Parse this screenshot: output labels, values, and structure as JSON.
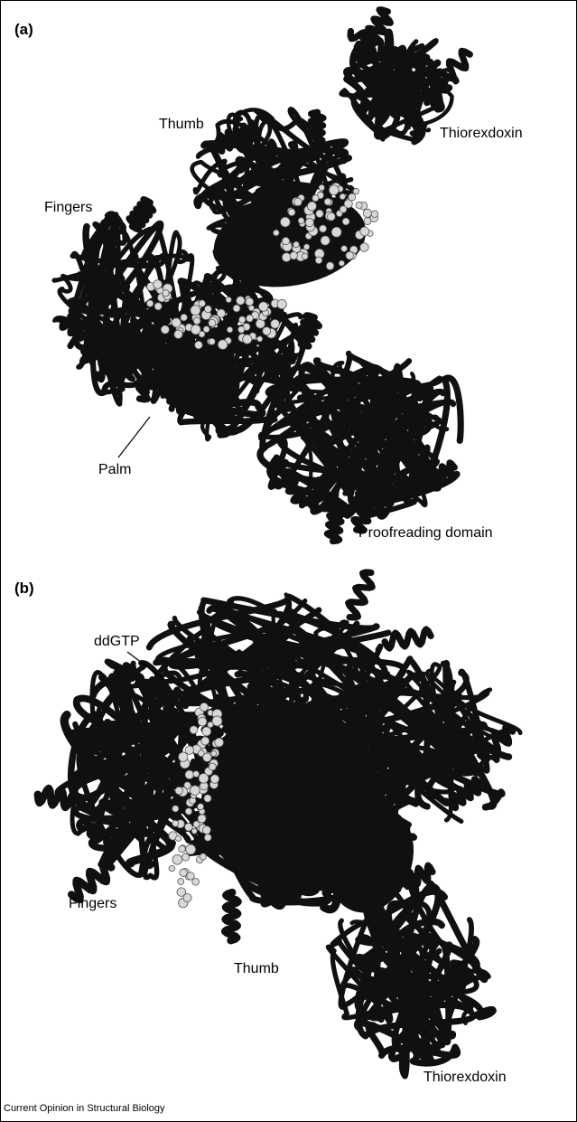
{
  "panels": [
    {
      "letter": "(a)",
      "labels": {
        "thumb": "Thumb",
        "thioredoxin": "Thiorexdoxin",
        "fingers": "Fingers",
        "palm": "Palm",
        "proofreading": "Proofreading domain"
      }
    },
    {
      "letter": "(b)",
      "labels": {
        "ddgtp": "ddGTP",
        "fingers": "Fingers",
        "thumb": "Thumb",
        "thioredoxin": "Thiorexdoxin"
      }
    }
  ],
  "credit": "Current Opinion in Structural Biology",
  "colors": {
    "ribbon": "#101010",
    "ligand_spheres": "#d8d8d8",
    "background": "#ffffff"
  }
}
